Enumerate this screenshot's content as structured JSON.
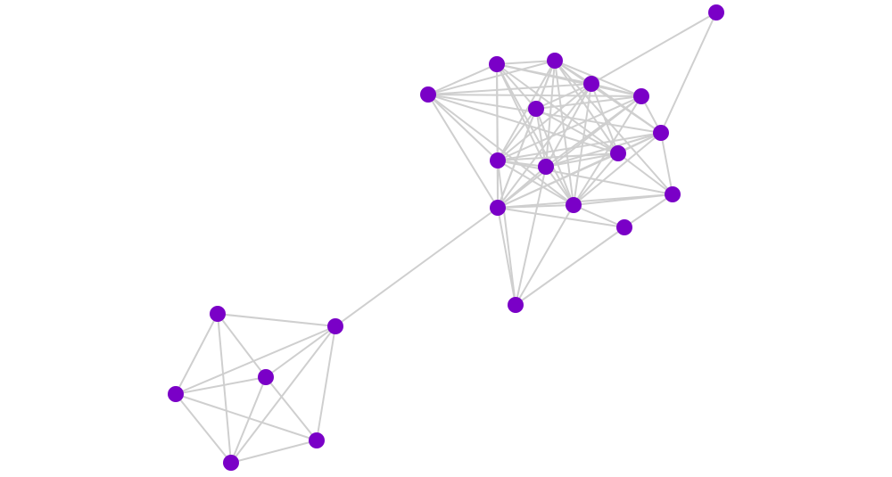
{
  "colors": {
    "background": "#ffffff",
    "node": "#7a00c7",
    "edge": "#cfcfcf"
  },
  "graph": {
    "nodes": [
      "n1",
      "n2",
      "n3",
      "n4",
      "n5",
      "n6",
      "n7",
      "n8",
      "n9",
      "n10",
      "n11",
      "n12",
      "n13",
      "n14",
      "n15",
      "n16",
      "n17",
      "n18",
      "n19",
      "n20",
      "n21",
      "n22"
    ],
    "edges": [
      [
        "n1",
        "n4"
      ],
      [
        "n1",
        "n8"
      ],
      [
        "n2",
        "n3"
      ],
      [
        "n2",
        "n4"
      ],
      [
        "n2",
        "n5"
      ],
      [
        "n2",
        "n6"
      ],
      [
        "n2",
        "n7"
      ],
      [
        "n2",
        "n9"
      ],
      [
        "n2",
        "n10"
      ],
      [
        "n2",
        "n11"
      ],
      [
        "n2",
        "n12"
      ],
      [
        "n2",
        "n13"
      ],
      [
        "n3",
        "n4"
      ],
      [
        "n3",
        "n5"
      ],
      [
        "n3",
        "n6"
      ],
      [
        "n3",
        "n7"
      ],
      [
        "n3",
        "n8"
      ],
      [
        "n3",
        "n9"
      ],
      [
        "n3",
        "n10"
      ],
      [
        "n3",
        "n11"
      ],
      [
        "n3",
        "n12"
      ],
      [
        "n3",
        "n13"
      ],
      [
        "n3",
        "n14"
      ],
      [
        "n4",
        "n5"
      ],
      [
        "n4",
        "n6"
      ],
      [
        "n4",
        "n7"
      ],
      [
        "n4",
        "n8"
      ],
      [
        "n4",
        "n9"
      ],
      [
        "n4",
        "n10"
      ],
      [
        "n4",
        "n11"
      ],
      [
        "n4",
        "n12"
      ],
      [
        "n4",
        "n13"
      ],
      [
        "n5",
        "n6"
      ],
      [
        "n5",
        "n8"
      ],
      [
        "n5",
        "n9"
      ],
      [
        "n5",
        "n10"
      ],
      [
        "n5",
        "n12"
      ],
      [
        "n5",
        "n13"
      ],
      [
        "n6",
        "n7"
      ],
      [
        "n6",
        "n8"
      ],
      [
        "n6",
        "n9"
      ],
      [
        "n6",
        "n10"
      ],
      [
        "n6",
        "n11"
      ],
      [
        "n6",
        "n13"
      ],
      [
        "n7",
        "n9"
      ],
      [
        "n7",
        "n10"
      ],
      [
        "n7",
        "n11"
      ],
      [
        "n7",
        "n12"
      ],
      [
        "n7",
        "n13"
      ],
      [
        "n8",
        "n9"
      ],
      [
        "n8",
        "n10"
      ],
      [
        "n8",
        "n11"
      ],
      [
        "n8",
        "n12"
      ],
      [
        "n8",
        "n13"
      ],
      [
        "n8",
        "n14"
      ],
      [
        "n9",
        "n10"
      ],
      [
        "n9",
        "n11"
      ],
      [
        "n9",
        "n12"
      ],
      [
        "n9",
        "n13"
      ],
      [
        "n9",
        "n14"
      ],
      [
        "n10",
        "n11"
      ],
      [
        "n10",
        "n12"
      ],
      [
        "n10",
        "n13"
      ],
      [
        "n10",
        "n14"
      ],
      [
        "n11",
        "n12"
      ],
      [
        "n11",
        "n13"
      ],
      [
        "n12",
        "n13"
      ],
      [
        "n12",
        "n14"
      ],
      [
        "n13",
        "n14"
      ],
      [
        "n15",
        "n14"
      ],
      [
        "n15",
        "n10"
      ],
      [
        "n15",
        "n13"
      ],
      [
        "n10",
        "n16"
      ],
      [
        "n16",
        "n17"
      ],
      [
        "n16",
        "n18"
      ],
      [
        "n16",
        "n19"
      ],
      [
        "n16",
        "n21"
      ],
      [
        "n16",
        "n20"
      ],
      [
        "n17",
        "n19"
      ],
      [
        "n17",
        "n18"
      ],
      [
        "n17",
        "n21"
      ],
      [
        "n18",
        "n19"
      ],
      [
        "n18",
        "n20"
      ],
      [
        "n18",
        "n21"
      ],
      [
        "n19",
        "n20"
      ],
      [
        "n19",
        "n21"
      ],
      [
        "n20",
        "n21"
      ]
    ]
  }
}
